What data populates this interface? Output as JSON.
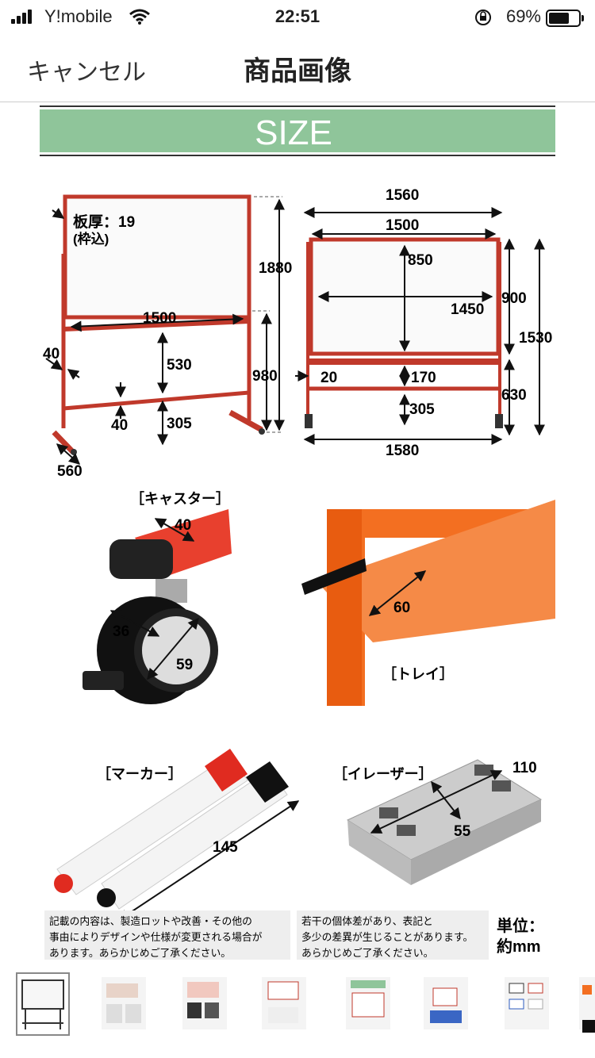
{
  "status_bar": {
    "carrier": "Y!mobile",
    "time": "22:51",
    "battery_text": "69%",
    "battery_level": 0.69
  },
  "nav": {
    "cancel_label": "キャンセル",
    "title": "商品画像"
  },
  "product_image": {
    "banner": "SIZE",
    "front": {
      "thickness_label": "板厚：19",
      "thickness_note": "(枠込)",
      "d1880": "1880",
      "d1500": "1500",
      "d40a": "40",
      "d530": "530",
      "d980": "980",
      "d40b": "40",
      "d305": "305",
      "d560": "560"
    },
    "side": {
      "d1560": "1560",
      "d1500": "1500",
      "d850": "850",
      "d1450": "1450",
      "d900": "900",
      "d1530": "1530",
      "d20": "20",
      "d170": "170",
      "d630": "630",
      "d305": "305",
      "d1580": "1580"
    },
    "caster": {
      "label": "［キャスター］",
      "d40": "40",
      "d36": "36",
      "d59": "59"
    },
    "tray": {
      "label": "［トレイ］",
      "d60": "60"
    },
    "marker": {
      "label": "［マーカー］",
      "d145": "145"
    },
    "eraser": {
      "label": "［イレーザー］",
      "d110": "110",
      "d55": "55"
    },
    "notes": {
      "left": [
        "記載の内容は、製造ロットや改善・その他の",
        "事由によりデザインや仕様が変更される場合が",
        "あります。あらかじめご了承ください。"
      ],
      "right": [
        "若干の個体差があり、表記と",
        "多少の差異が生じることがあります。",
        "あらかじめご了承ください。"
      ],
      "unit_line1": "単位：",
      "unit_line2": "約mm"
    },
    "colors": {
      "banner": "#8fc59a",
      "frame": "#c0392b",
      "tray_orange": "#f36f21",
      "caster_red": "#e8402e"
    }
  }
}
